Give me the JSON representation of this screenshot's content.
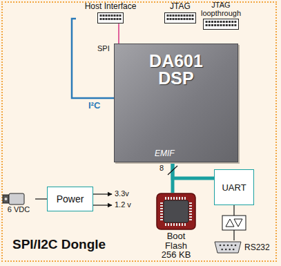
{
  "diagram": {
    "title": "SPI/I2C Dongle",
    "nodes": [
      {
        "text": [
          "Host Interface"
        ]
      },
      {
        "text": [
          "JTAG"
        ]
      },
      {
        "text": [
          "JTAG loopthrough"
        ]
      },
      {
        "text": [
          "DA601 DSP",
          "EMIF"
        ]
      },
      {
        "text": [
          "UART"
        ]
      },
      {
        "text": [
          "Power"
        ]
      },
      {
        "text": [
          "6 VDC"
        ]
      },
      {
        "text": [
          "Boot Flash 256 KB"
        ]
      },
      {
        "text": [
          "RS232"
        ]
      }
    ],
    "edges": [
      {
        "from": 0,
        "to": 3,
        "arrow": "none",
        "label": "SPI"
      },
      {
        "from": 0,
        "to": 3,
        "arrow": "none",
        "label": "I²C"
      },
      {
        "from": 3,
        "to": 7,
        "arrow": "none"
      },
      {
        "from": 3,
        "to": 4,
        "arrow": "none"
      },
      {
        "from": 4,
        "to": 8,
        "arrow": "none"
      },
      {
        "from": 6,
        "to": 5,
        "arrow": "none"
      }
    ],
    "labels": [
      "8",
      "3.3v",
      "1.2 v"
    ]
  }
}
